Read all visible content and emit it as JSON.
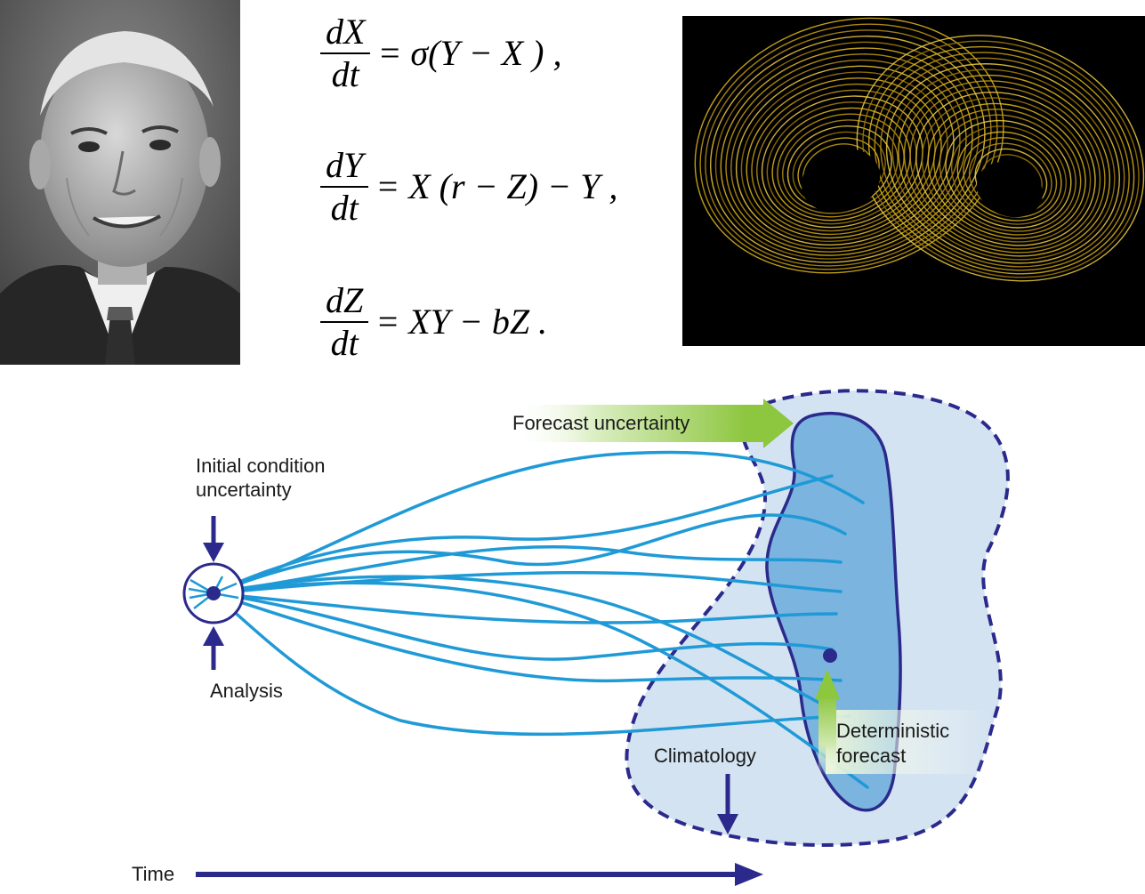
{
  "equations": [
    {
      "numerator": "dX",
      "denominator": "dt",
      "rhs": "= σ(Y − X ) ,"
    },
    {
      "numerator": "dY",
      "denominator": "dt",
      "rhs": "= X (r − Z) − Y ,"
    },
    {
      "numerator": "dZ",
      "denominator": "dt",
      "rhs": "= XY − bZ ."
    }
  ],
  "diagram": {
    "forecast_uncertainty": "Forecast uncertainty",
    "initial_condition_line1": "Initial condition",
    "initial_condition_line2": "uncertainty",
    "analysis": "Analysis",
    "climatology": "Climatology",
    "deterministic_line1": "Deterministic",
    "deterministic_line2": "forecast",
    "time": "Time"
  },
  "colors": {
    "trajectory": "#1f9ad6",
    "navy": "#2b2a8c",
    "forecast_region": "#7ab4df",
    "climatology_region": "#d4e3f1",
    "arrow_green": "#8dc63f"
  }
}
